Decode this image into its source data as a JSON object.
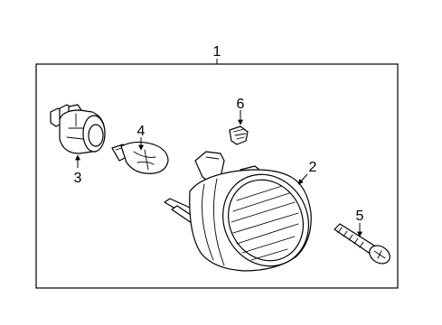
{
  "diagram": {
    "callouts": {
      "assembly": "1",
      "lamp_housing": "2",
      "bulb_socket": "3",
      "bulb": "4",
      "screw": "5",
      "clip": "6"
    },
    "colors": {
      "line": "#000000",
      "background": "#ffffff"
    }
  }
}
